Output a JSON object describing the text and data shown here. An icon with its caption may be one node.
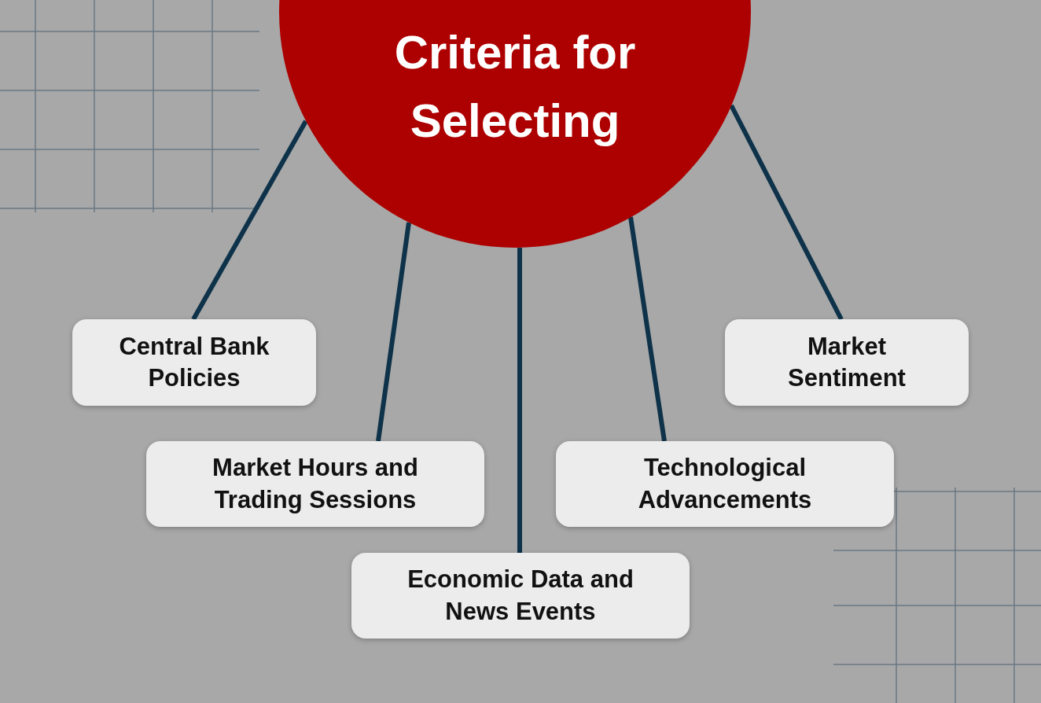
{
  "diagram": {
    "nodes": [
      {
        "text": [
          "Criteria for Selecting"
        ]
      },
      {
        "text": [
          "Central Bank Policies"
        ]
      },
      {
        "text": [
          "Market Hours and Trading Sessions"
        ]
      },
      {
        "text": [
          "Economic Data and News Events"
        ]
      },
      {
        "text": [
          "Technological Advancements"
        ]
      },
      {
        "text": [
          "Market Sentiment"
        ]
      }
    ],
    "edges": [
      {
        "from": 0,
        "to": 1,
        "arrow": "none"
      },
      {
        "from": 0,
        "to": 2,
        "arrow": "none"
      },
      {
        "from": 0,
        "to": 3,
        "arrow": "none"
      },
      {
        "from": 0,
        "to": 4,
        "arrow": "none"
      },
      {
        "from": 0,
        "to": 5,
        "arrow": "none"
      }
    ]
  }
}
